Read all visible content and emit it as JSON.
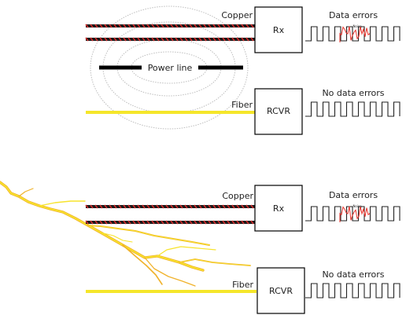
{
  "colors": {
    "copper_wire": "#1a1a1a",
    "copper_twist": "#d42a2a",
    "fiber": "#f5e62a",
    "noise": "#e8322a",
    "lightning_bright": "#f7e32c",
    "lightning_orange": "#f0b22a",
    "field_ring": "#bdbdbd"
  },
  "top_scene": {
    "copper_label": "Copper",
    "rx_label": "Rx",
    "copper_result": "Data errors",
    "noise_label": "Noise",
    "power_line_label": "Power line",
    "fiber_label": "Fiber",
    "rcvr_label": "RCVR",
    "fiber_result": "No data errors"
  },
  "bottom_scene": {
    "copper_label": "Copper",
    "rx_label": "Rx",
    "copper_result": "Data errors",
    "noise_label": "Noise",
    "fiber_label": "Fiber",
    "rcvr_label": "RCVR",
    "fiber_result": "No data errors"
  },
  "icons": [
    "electromagnetic-field-icon",
    "lightning-bolt-icon",
    "square-wave-icon"
  ]
}
